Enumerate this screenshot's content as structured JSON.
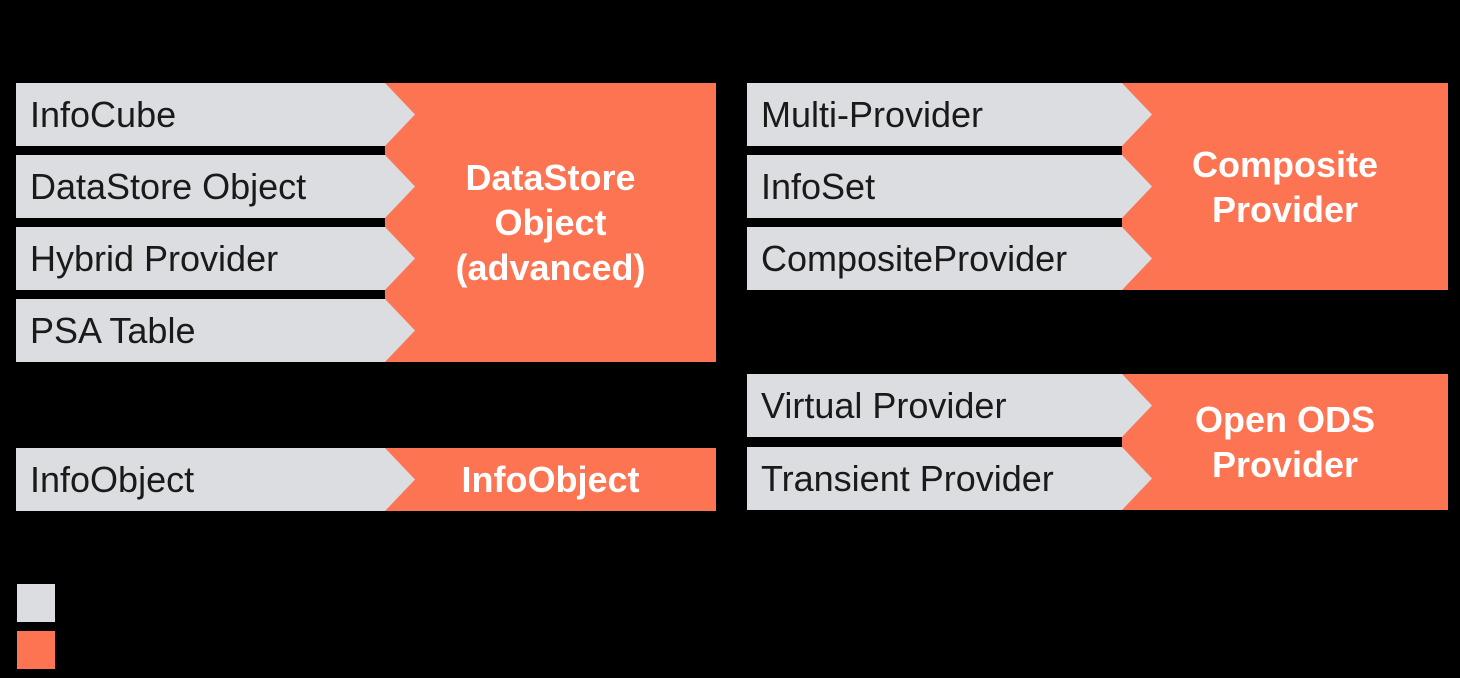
{
  "colors": {
    "background": "#000000",
    "source_fill": "#dbdde1",
    "target_fill": "#fd7452",
    "source_text": "#1a1a1a",
    "target_text": "#ffffff"
  },
  "groups": [
    {
      "target_label": "DataStore Object (advanced)",
      "target_lines": [
        "DataStore",
        "Object",
        "(advanced)"
      ],
      "sources": [
        "InfoCube",
        "DataStore Object",
        "Hybrid Provider",
        "PSA Table"
      ]
    },
    {
      "target_label": "InfoObject",
      "target_lines": [
        "InfoObject"
      ],
      "sources": [
        "InfoObject"
      ]
    },
    {
      "target_label": "Composite Provider",
      "target_lines": [
        "Composite",
        "Provider"
      ],
      "sources": [
        "Multi-Provider",
        "InfoSet",
        "CompositeProvider"
      ]
    },
    {
      "target_label": "Open ODS Provider",
      "target_lines": [
        "Open ODS",
        "Provider"
      ],
      "sources": [
        "Virtual Provider",
        "Transient Provider"
      ]
    }
  ],
  "legend": {
    "source_swatch_color": "#dbdde1",
    "target_swatch_color": "#fd7452"
  }
}
